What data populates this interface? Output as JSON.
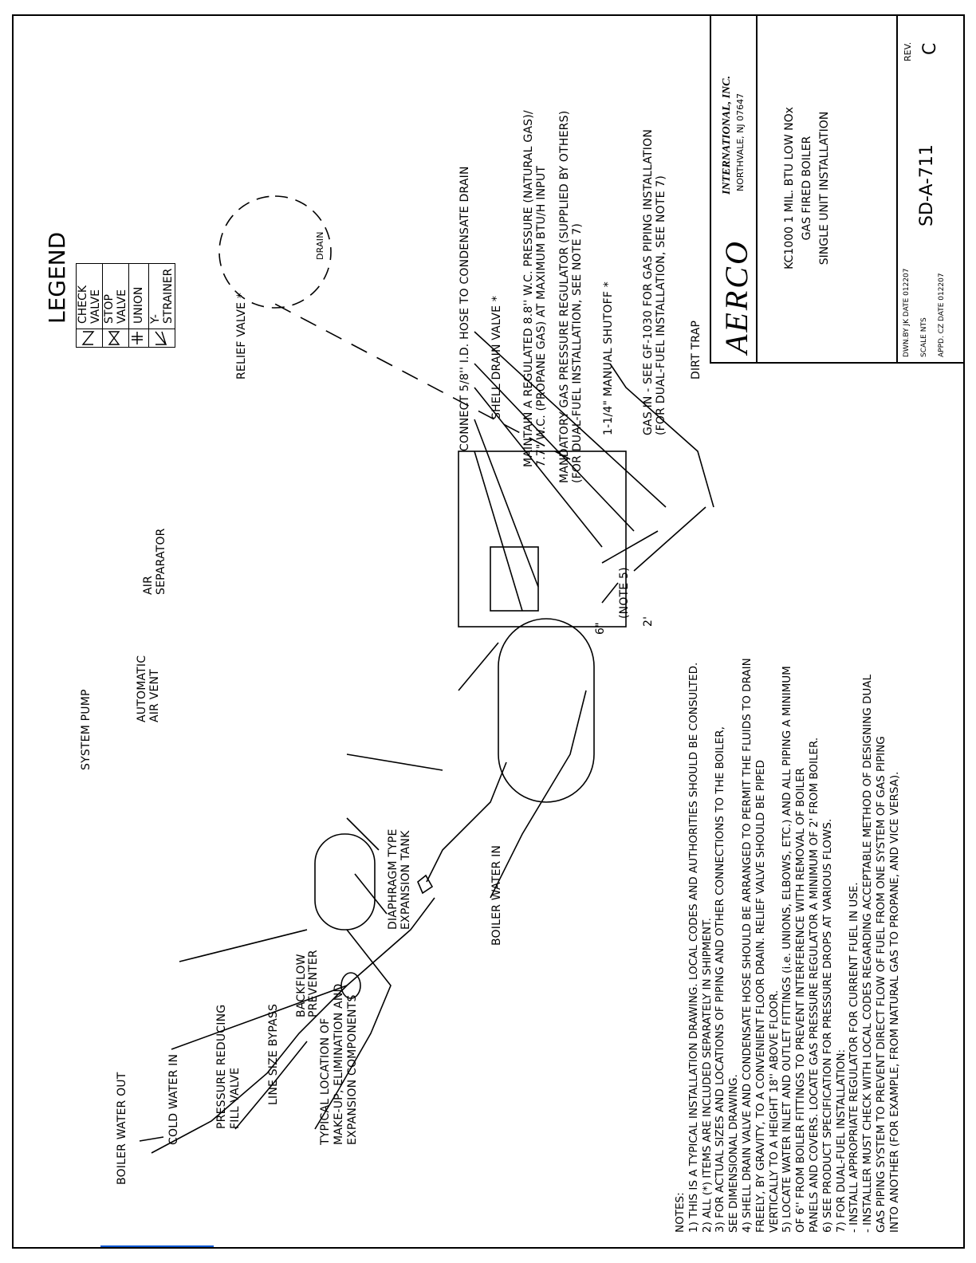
{
  "labels": {
    "boiler_water_out": "BOILER WATER OUT",
    "cold_water_in": "COLD WATER IN",
    "pressure_reducing_1": "PRESSURE REDUCING",
    "pressure_reducing_2": "FILL VALVE",
    "line_size_bypass": "LINE SIZE BYPASS",
    "backflow_1": "BACKFLOW",
    "backflow_2": "PREVENTER",
    "typical_1": "TYPICAL LOCATION OF",
    "typical_2": "MAKE-UP, ELIMINATION AND",
    "typical_3": "EXPANSION COMPONENTS",
    "system_pump": "SYSTEM PUMP",
    "diaphragm_1": "DIAPHRAGM TYPE",
    "diaphragm_2": "EXPANSION TANK",
    "boiler_water_in": "BOILER WATER IN",
    "auto_vent_1": "AUTOMATIC",
    "auto_vent_2": "AIR VENT",
    "air_sep_1": "AIR",
    "air_sep_2": "SEPARATOR",
    "relief_valve": "RELIEF VALVE *",
    "connect_hose": "CONNECT 5/8'' I.D. HOSE TO CONDENSATE DRAIN",
    "shell_drain": "SHELL DRAIN VALVE *",
    "maintain_1": "MAINTAIN A REGULATED 8.8'' W.C. PRESSURE (NATURAL GAS)/",
    "maintain_2": "7.7\" W.C. (PROPANE GAS) AT MAXIMUM BTU/H INPUT",
    "mandatory_1": "MANDATORY GAS PRESSURE REGULATOR (SUPPLIED BY OTHERS)",
    "mandatory_2": "(FOR DUAL-FUEL INSTALLATION, SEE NOTE 7)",
    "manual_shutoff": "1-1/4\" MANUAL SHUTOFF *",
    "gas_in_1": "GAS IN - SEE GF-1030 FOR GAS PIPING INSTALLATION",
    "gas_in_2": "(FOR DUAL-FUEL INSTALLATION, SEE NOTE 7)",
    "dirt_trap": "DIRT TRAP",
    "drain": "DRAIN",
    "dim_6": "6\"",
    "dim_note5": "(NOTE 5)",
    "dim_2": "2'"
  },
  "legend": {
    "title": "LEGEND",
    "items": [
      {
        "label": "CHECK VALVE",
        "icon": "check-valve-icon"
      },
      {
        "label": "STOP VALVE",
        "icon": "stop-valve-icon"
      },
      {
        "label": "UNION",
        "icon": "union-icon"
      },
      {
        "label": "Y-STRAINER",
        "icon": "y-strainer-icon"
      }
    ]
  },
  "notes": {
    "heading": "NOTES:",
    "lines": [
      "1)  THIS IS A TYPICAL INSTALLATION DRAWING.  LOCAL CODES AND AUTHORITIES SHOULD BE CONSULTED.",
      "2)  ALL (*) ITEMS ARE INCLUDED SEPARATELY IN SHIPMENT.",
      "3)  FOR ACTUAL SIZES AND LOCATIONS OF PIPING AND OTHER CONNECTIONS TO THE BOILER,",
      "      SEE DIMENSIONAL DRAWING.",
      "4)  SHELL DRAIN VALVE AND CONDENSATE HOSE SHOULD BE ARRANGED TO PERMIT THE FLUIDS TO DRAIN",
      "      FREELY, BY GRAVITY, TO A CONVENIENT FLOOR DRAIN. RELIEF VALVE SHOULD BE PIPED",
      "      VERTICALLY TO A HEIGHT 18'' ABOVE FLOOR.",
      "5)  LOCATE WATER INLET AND OUTLET FITTINGS (i.e. UNIONS, ELBOWS, ETC.) AND ALL PIPING A MINIMUM",
      "      OF 6'' FROM BOILER FITTINGS TO PREVENT INTERFERENCE WITH REMOVAL OF BOILER",
      "      PANELS AND COVERS.  LOCATE GAS PRESSURE REGULATOR A MINIMUM OF 2' FROM BOILER.",
      "6)  SEE PRODUCT SPECIFICATION FOR PRESSURE DROPS AT VARIOUS FLOWS.",
      "7)  FOR DUAL-FUEL INSTALLATION:",
      "      -  INSTALL APPROPRIATE REGULATOR FOR CURRENT FUEL IN USE.",
      "      -  INSTALLER MUST CHECK WITH LOCAL CODES REGARDING ACCEPTABLE METHOD OF DESIGNING DUAL",
      "            GAS PIPING SYSTEM TO PREVENT DIRECT FLOW OF FUEL FROM ONE SYSTEM OF GAS PIPING",
      "            INTO ANOTHER (FOR EXAMPLE, FROM NATURAL GAS TO PROPANE, AND VICE VERSA)."
    ]
  },
  "title_block": {
    "logo": "AERCO",
    "company": "INTERNATIONAL, INC.",
    "address": "NORTHVALE, NJ    07647",
    "desc_1": "KC1000 1 MIL. BTU LOW NOx",
    "desc_2": "GAS FIRED BOILER",
    "desc_3": "SINGLE UNIT INSTALLATION",
    "dwn": "DWN.BY  JK   DATE 012207",
    "scale": "SCALE   NTS",
    "appd": "APPD.   CZ   DATE 012207",
    "drawing_no": "SD-A-711",
    "rev_label": "REV.",
    "rev": "C"
  }
}
